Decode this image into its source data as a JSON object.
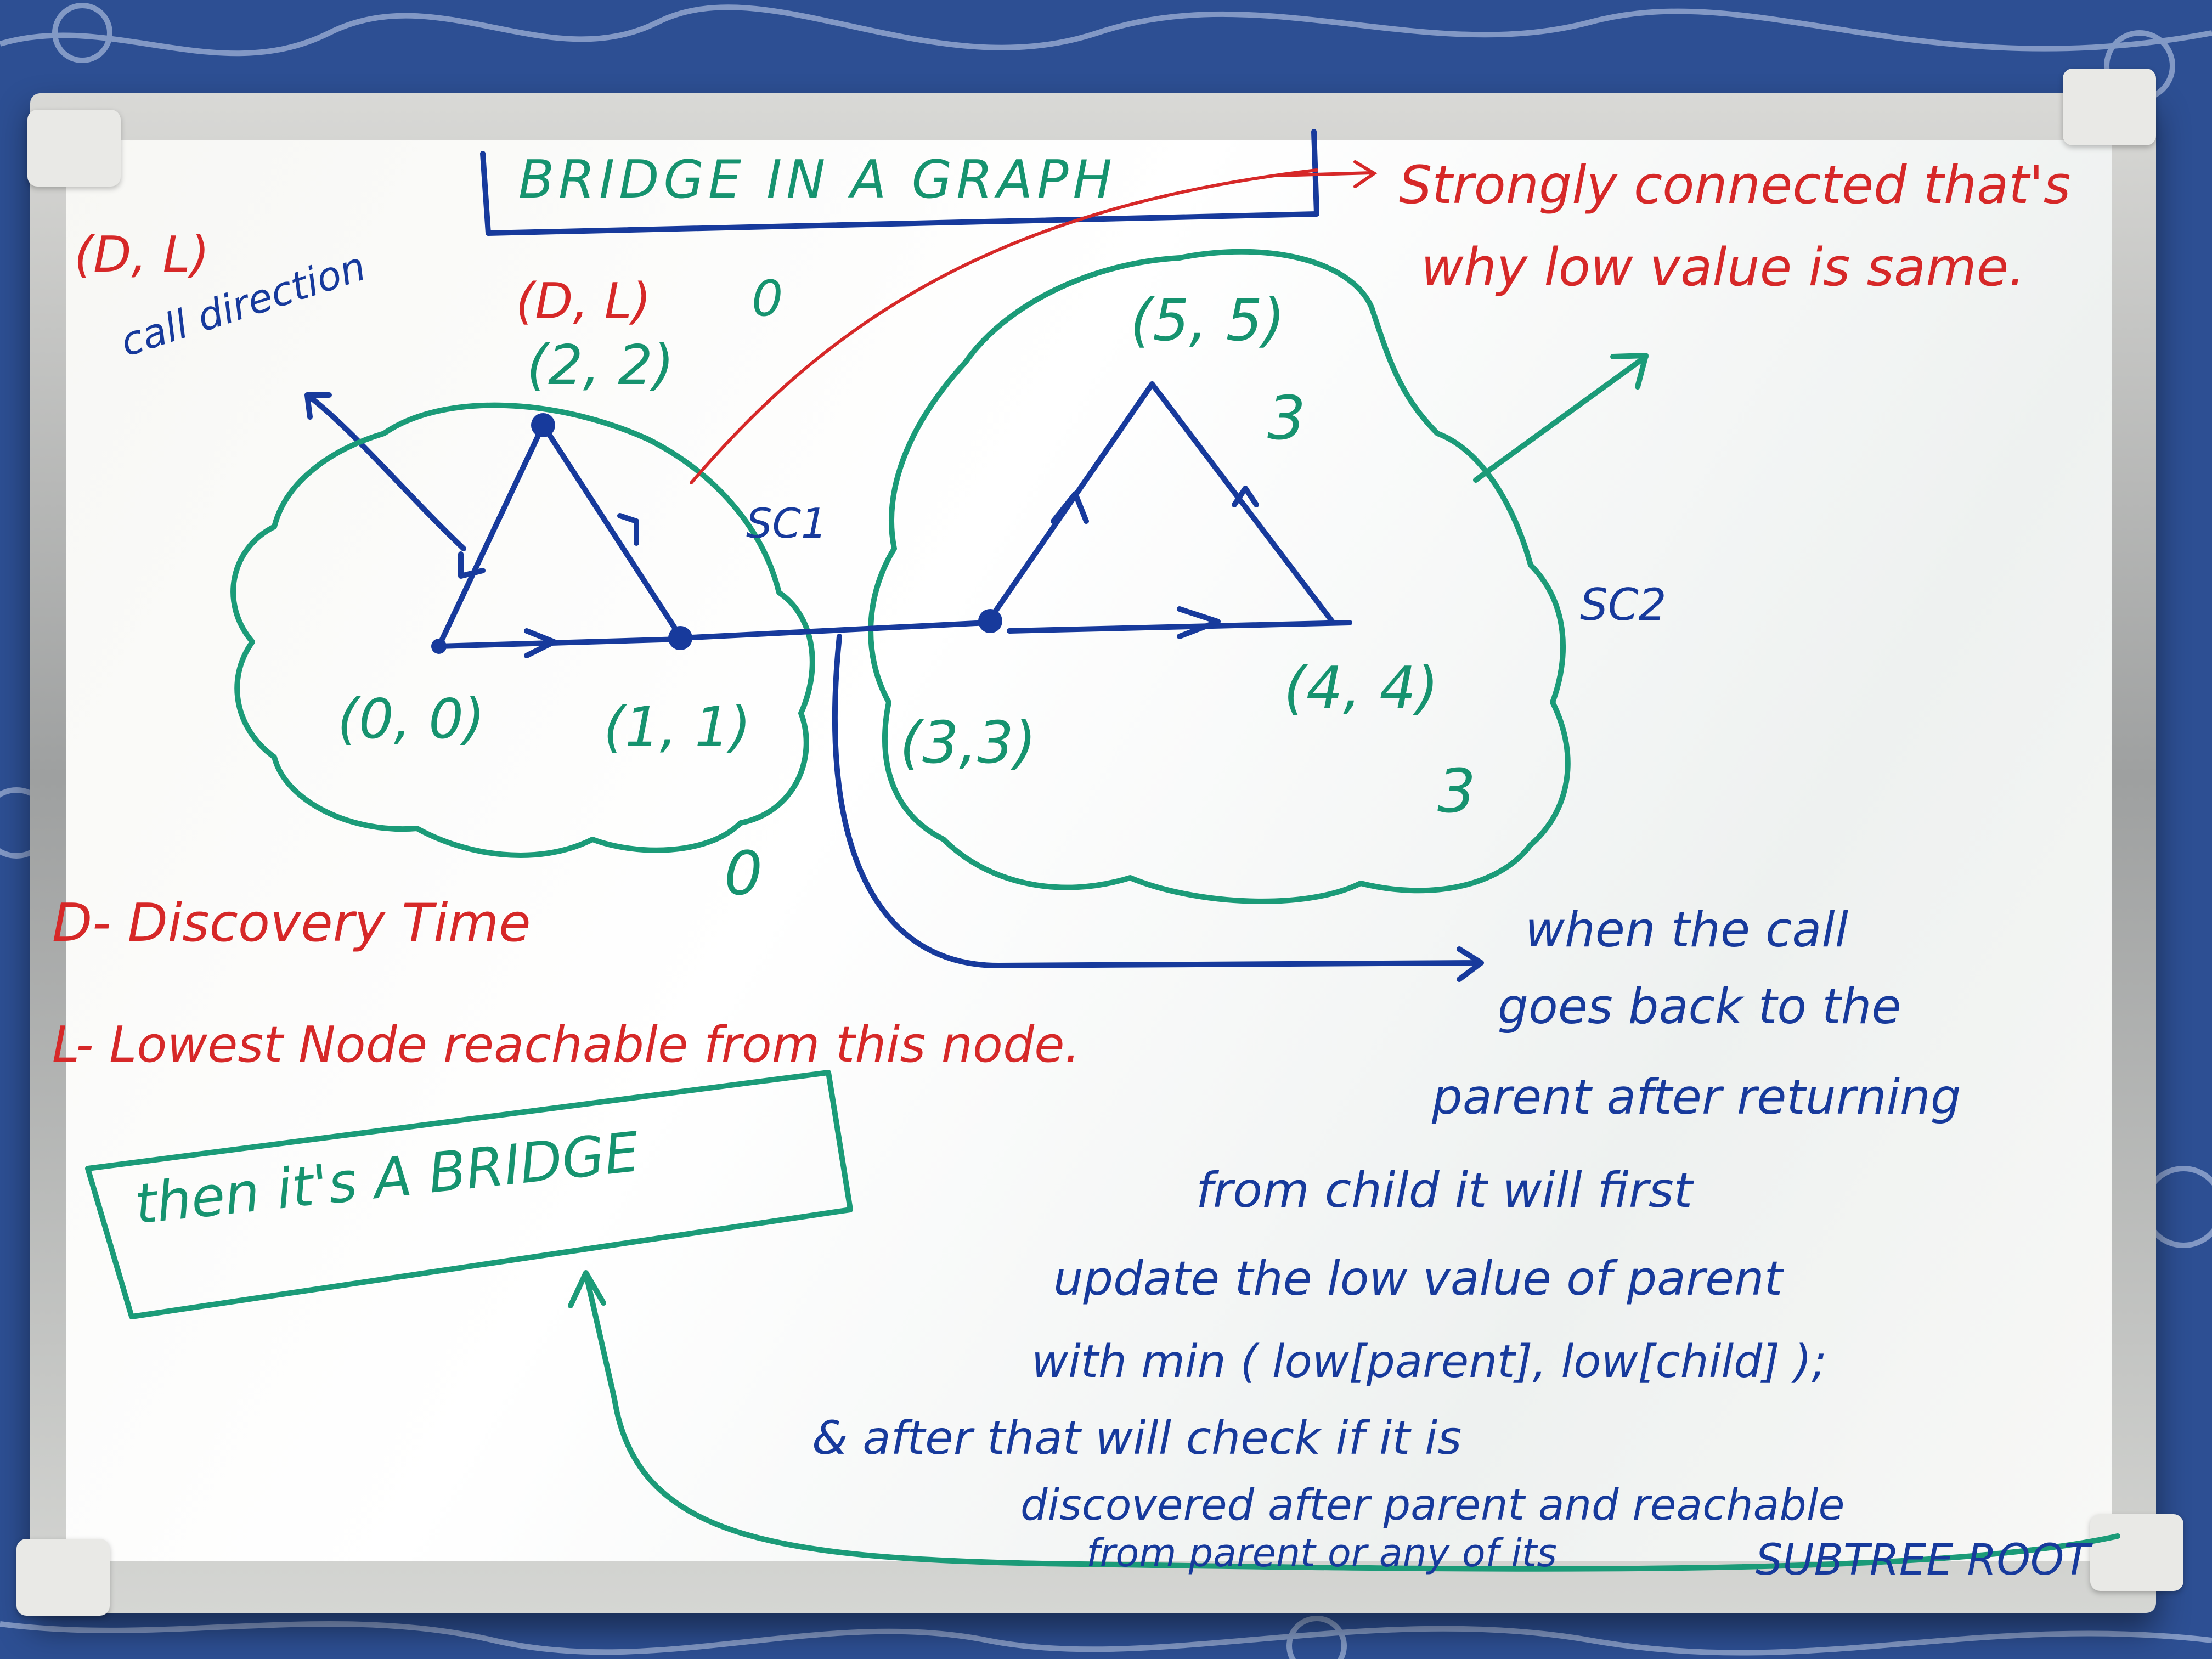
{
  "board": {
    "title": "BRIDGE IN A GRAPH",
    "legend_top": "(D, L)",
    "call_direction": "call direction",
    "node_2_top_label": "(D, L)",
    "zero_top": "0",
    "sc1": "SC1",
    "sc2": "SC2",
    "nodes": {
      "n0": "(0, 0)",
      "n1": "(1, 1)",
      "n2": "(2, 2)",
      "n3": "(3,3)",
      "n4": "(4, 4)",
      "n5": "(5, 5)"
    },
    "low_updates": {
      "n1": "0",
      "n2": "0",
      "n4": "3",
      "n5": "3"
    },
    "red_note": [
      "Strongly connected that's",
      "why low value is same."
    ],
    "definitions": [
      "D- Discovery Time",
      "L- Lowest Node reachable from this node."
    ],
    "bridge_box": "then it's A BRIDGE",
    "blue_note": [
      "when the call",
      "goes back to the",
      "parent after returning",
      "from child it will first",
      "update the low value of parent",
      "with min ( low[parent], low[child] );",
      "& after that will check if it is",
      "discovered after parent and reachable",
      "from parent or any of its",
      "SUBTREE ROOT"
    ]
  },
  "colors": {
    "blue_marker": "#173a9c",
    "green_marker": "#16936f",
    "red_marker": "#d62828",
    "cloth": "#2d4f93"
  }
}
